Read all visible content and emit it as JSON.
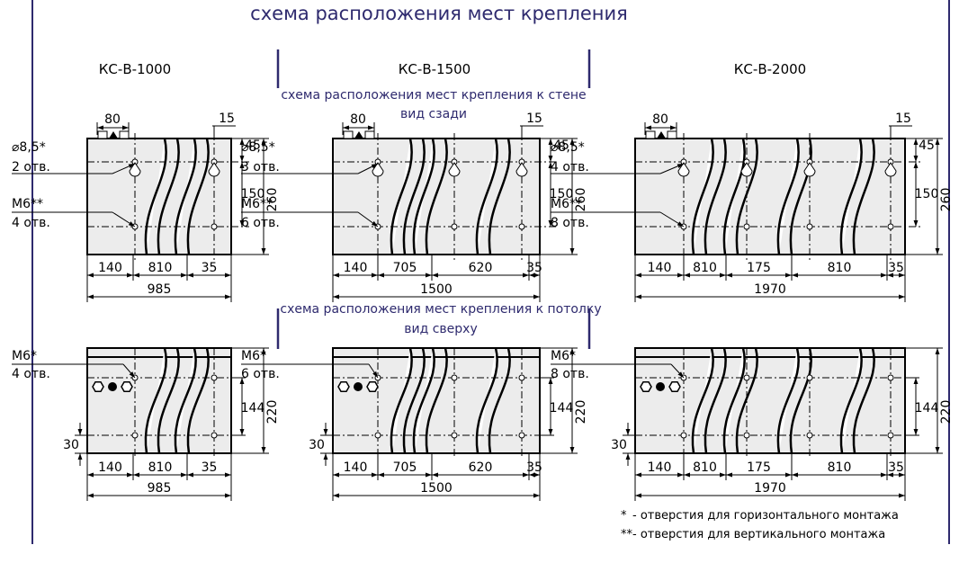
{
  "header": {
    "title": "схема расположения мест крепления"
  },
  "sections": {
    "wall_title": "схема расположения мест крепления к стене",
    "wall_view": "вид сзади",
    "ceiling_title": "схема расположения мест крепления к потолку",
    "ceiling_view": "вид сверху"
  },
  "colors": {
    "accent": "#2e2a6e",
    "body_fill": "#ececec",
    "line": "#000000"
  },
  "models": [
    {
      "name": "КС-В-1000",
      "wall": {
        "label_hole": "⌀8,5*",
        "label_hole_count": "2 отв.",
        "label_bolt": "М6**",
        "label_bolt_count": "4 отв.",
        "dim_top_80": "80",
        "dim_top_15": "15",
        "dim_45": "45",
        "dim_150": "150",
        "dim_260": "260",
        "segments": [
          "140",
          "810",
          "35"
        ],
        "total": "985"
      },
      "ceiling": {
        "label_bolt": "М6*",
        "label_bolt_count": "4 отв.",
        "dim_144": "144",
        "dim_220": "220",
        "dim_30": "30",
        "segments": [
          "140",
          "810",
          "35"
        ],
        "total": "985"
      }
    },
    {
      "name": "КС-В-1500",
      "wall": {
        "label_hole": "⌀8,5*",
        "label_hole_count": "3 отв.",
        "label_bolt": "М6**",
        "label_bolt_count": "6 отв.",
        "dim_top_80": "80",
        "dim_top_15": "15",
        "dim_45": "45",
        "dim_150": "150",
        "dim_260": "260",
        "segments": [
          "140",
          "705",
          "620",
          "35"
        ],
        "total": "1500"
      },
      "ceiling": {
        "label_bolt": "М6*",
        "label_bolt_count": "6 отв.",
        "dim_144": "144",
        "dim_220": "220",
        "dim_30": "30",
        "segments": [
          "140",
          "705",
          "620",
          "35"
        ],
        "total": "1500"
      }
    },
    {
      "name": "КС-В-2000",
      "wall": {
        "label_hole": "⌀8,5*",
        "label_hole_count": "4 отв.",
        "label_bolt": "М6**",
        "label_bolt_count": "8 отв.",
        "dim_top_80": "80",
        "dim_top_15": "15",
        "dim_45": "45",
        "dim_150": "150",
        "dim_260": "260",
        "segments": [
          "140",
          "810",
          "175",
          "810",
          "35"
        ],
        "total": "1970"
      },
      "ceiling": {
        "label_bolt": "М6*",
        "label_bolt_count": "8 отв.",
        "dim_144": "144",
        "dim_220": "220",
        "dim_30": "30",
        "segments": [
          "140",
          "810",
          "175",
          "810",
          "35"
        ],
        "total": "1970"
      }
    }
  ],
  "legend": {
    "star1_mark": "*",
    "star1_text": "- отверстия для горизонтального монтажа",
    "star2_mark": "**",
    "star2_text": "- отверстия для вертикального монтажа"
  }
}
